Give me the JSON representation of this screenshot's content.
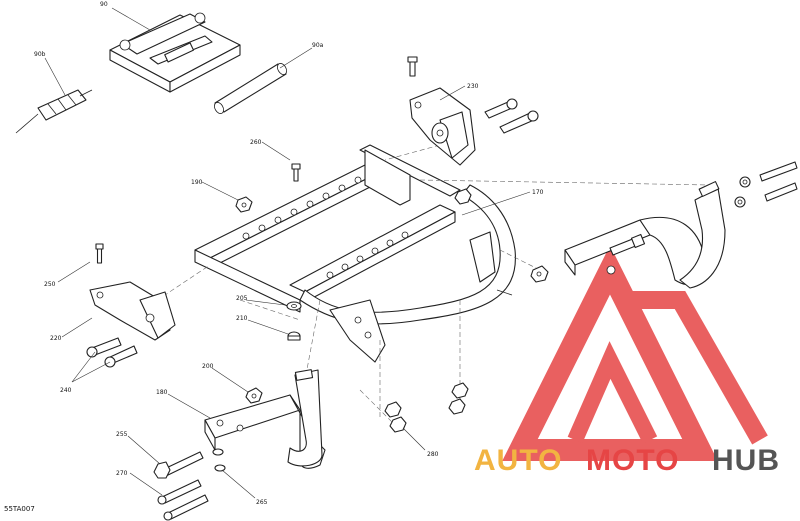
{
  "diagram": {
    "code": "55TA007",
    "callouts": [
      {
        "id": "c90",
        "label": "90"
      },
      {
        "id": "c90b",
        "label": "90b"
      },
      {
        "id": "c90a",
        "label": "90a"
      },
      {
        "id": "c230",
        "label": "230"
      },
      {
        "id": "c260",
        "label": "260"
      },
      {
        "id": "c190",
        "label": "190"
      },
      {
        "id": "c170",
        "label": "170"
      },
      {
        "id": "c250",
        "label": "250"
      },
      {
        "id": "c220",
        "label": "220"
      },
      {
        "id": "c205",
        "label": "205"
      },
      {
        "id": "c210",
        "label": "210"
      },
      {
        "id": "c240",
        "label": "240"
      },
      {
        "id": "c200",
        "label": "200"
      },
      {
        "id": "c180",
        "label": "180"
      },
      {
        "id": "c255",
        "label": "255"
      },
      {
        "id": "c270",
        "label": "270"
      },
      {
        "id": "c265",
        "label": "265"
      },
      {
        "id": "c280",
        "label": "280"
      }
    ]
  },
  "watermark": {
    "part1": "AUTO",
    "part2": "MOTO",
    "part3": "HUB",
    "color_red": "#e64545",
    "color_orange": "#f2b441",
    "color_gray": "#555555"
  }
}
